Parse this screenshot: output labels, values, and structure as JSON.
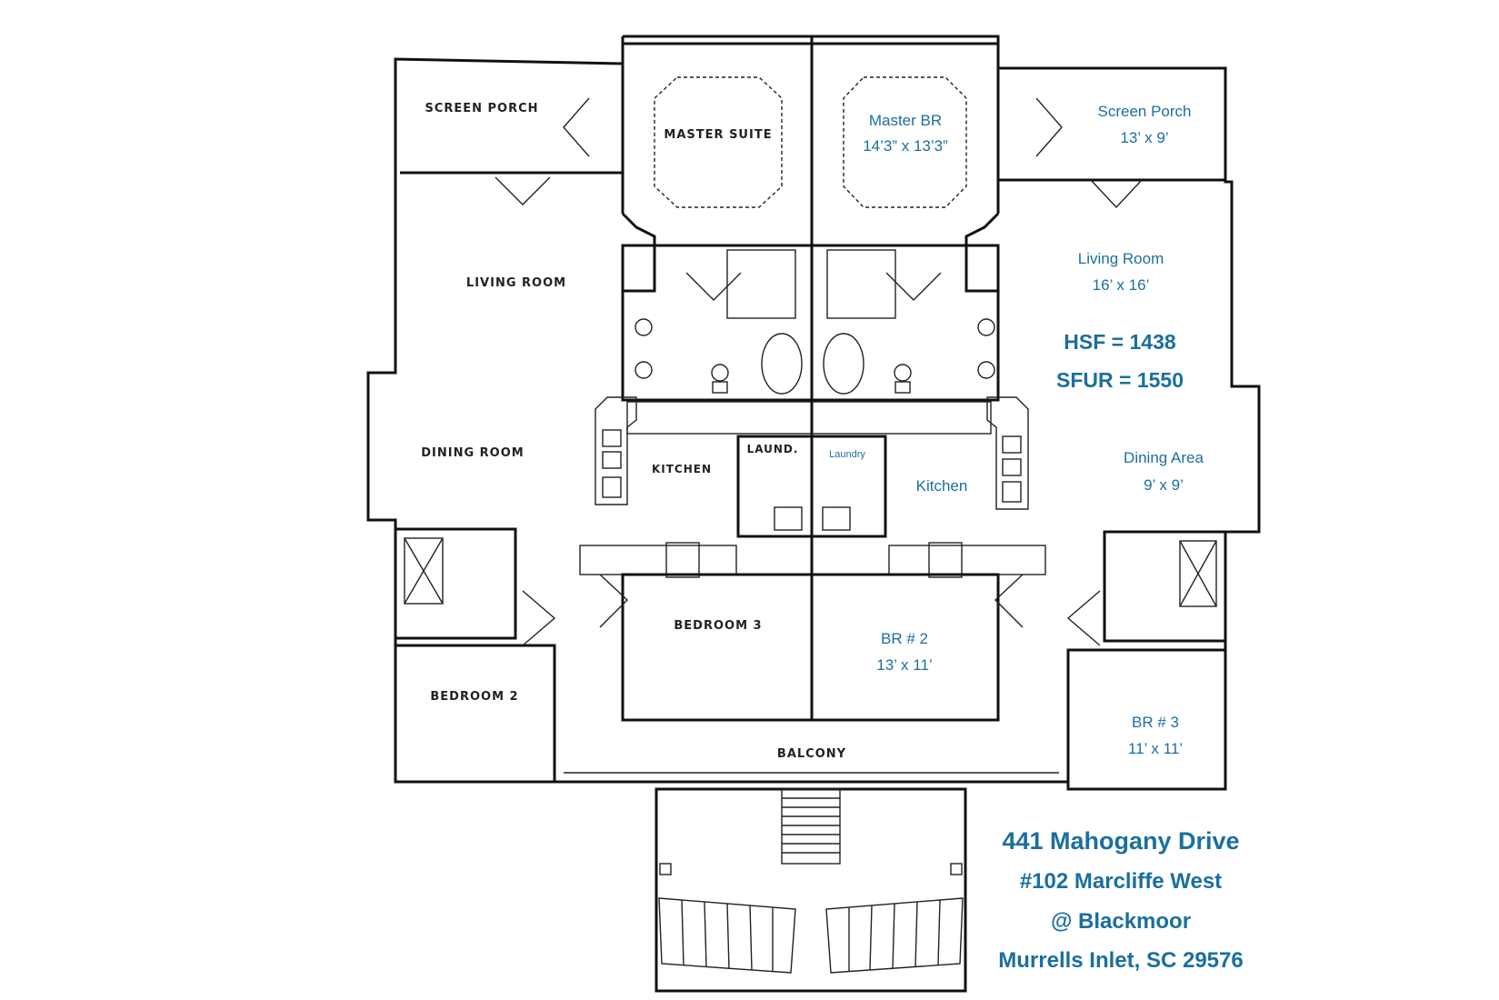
{
  "colors": {
    "annotation": "#1b6f9e",
    "lines": "#111111",
    "background": "#ffffff"
  },
  "right_unit": {
    "master_br": {
      "name": "Master BR",
      "size": "14’3” x 13’3”"
    },
    "screen_porch": {
      "name": "Screen  Porch",
      "size": "13’ x 9’"
    },
    "living_room": {
      "name": "Living Room",
      "size": "16’ x 16’"
    },
    "hsf": "HSF = 1438",
    "sfur": "SFUR = 1550",
    "dining_area": {
      "name": "Dining Area",
      "size": "9’ x 9’"
    },
    "laundry": "Laundry",
    "kitchen": "Kitchen",
    "br2": {
      "name": "BR # 2",
      "size": "13’ x 11’"
    },
    "br3": {
      "name": "BR # 3",
      "size": "11’ x 11’"
    }
  },
  "left_unit": {
    "screen_porch": "SCREEN PORCH",
    "master_suite": "MASTER SUITE",
    "living_room": "LIVING ROOM",
    "dining_room": "DINING ROOM",
    "kitchen": "KITCHEN",
    "laundry": "LAUND.",
    "bedroom_3": "BEDROOM 3",
    "bedroom_2": "BEDROOM 2"
  },
  "balcony": "BALCONY",
  "address": {
    "street": "441 Mahogany Drive",
    "unit": "#102 Marcliffe West",
    "community": "@ Blackmoor",
    "city": "Murrells Inlet, SC 29576"
  }
}
